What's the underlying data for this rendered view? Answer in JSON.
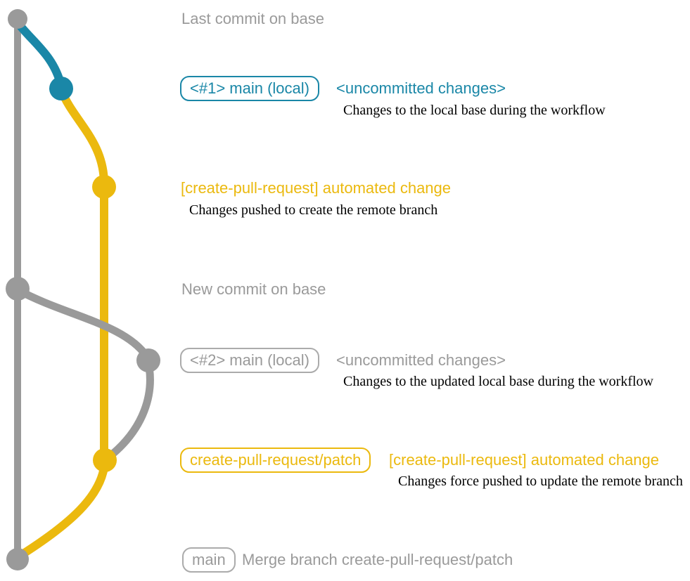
{
  "colors": {
    "gray": "#9A9A9A",
    "teal": "#1A87A7",
    "yellow": "#EBB90E",
    "note_text": "#000000"
  },
  "annotations": {
    "caption_top": "Last commit on base",
    "caption_mid": "New commit on base",
    "row1": {
      "badge": "<#1> main (local)",
      "headline": "<uncommitted changes>",
      "note": "Changes to the local base during the workflow"
    },
    "row2": {
      "headline": "[create-pull-request] automated change",
      "note": "Changes pushed to create the remote branch"
    },
    "row3": {
      "badge": "<#2> main (local)",
      "headline": "<uncommitted changes>",
      "note": "Changes to the updated local base during the workflow"
    },
    "row4": {
      "badge": "create-pull-request/patch",
      "headline": "[create-pull-request] automated change",
      "note": "Changes force pushed to update the remote branch"
    },
    "row5": {
      "badge": "main",
      "headline": "Merge branch create-pull-request/patch"
    }
  }
}
